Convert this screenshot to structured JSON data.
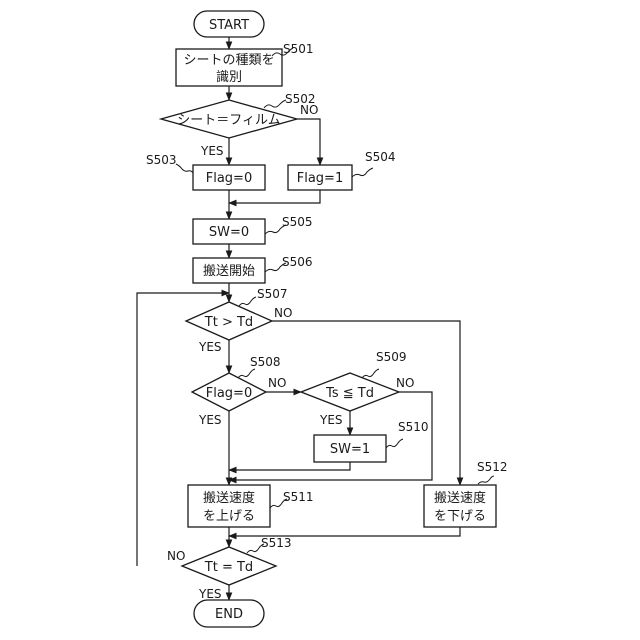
{
  "nodes": {
    "start": "START",
    "s501": [
      "シートの種類を",
      "識別"
    ],
    "s502": "シート＝フィルム",
    "s503": "Flag=0",
    "s504": "Flag=1",
    "s505": "SW=0",
    "s506": "搬送開始",
    "s507": "Tt > Td",
    "s508": "Flag=0",
    "s509": "Ts ≦ Td",
    "s510": "SW=1",
    "s511": [
      "搬送速度",
      "を上げる"
    ],
    "s512": [
      "搬送速度",
      "を下げる"
    ],
    "s513": "Tt = Td",
    "end": "END"
  },
  "step_labels": {
    "s501": "S501",
    "s502": "S502",
    "s503": "S503",
    "s504": "S504",
    "s505": "S505",
    "s506": "S506",
    "s507": "S507",
    "s508": "S508",
    "s509": "S509",
    "s510": "S510",
    "s511": "S511",
    "s512": "S512",
    "s513": "S513"
  },
  "branch_labels": {
    "yes": "YES",
    "no": "NO"
  }
}
